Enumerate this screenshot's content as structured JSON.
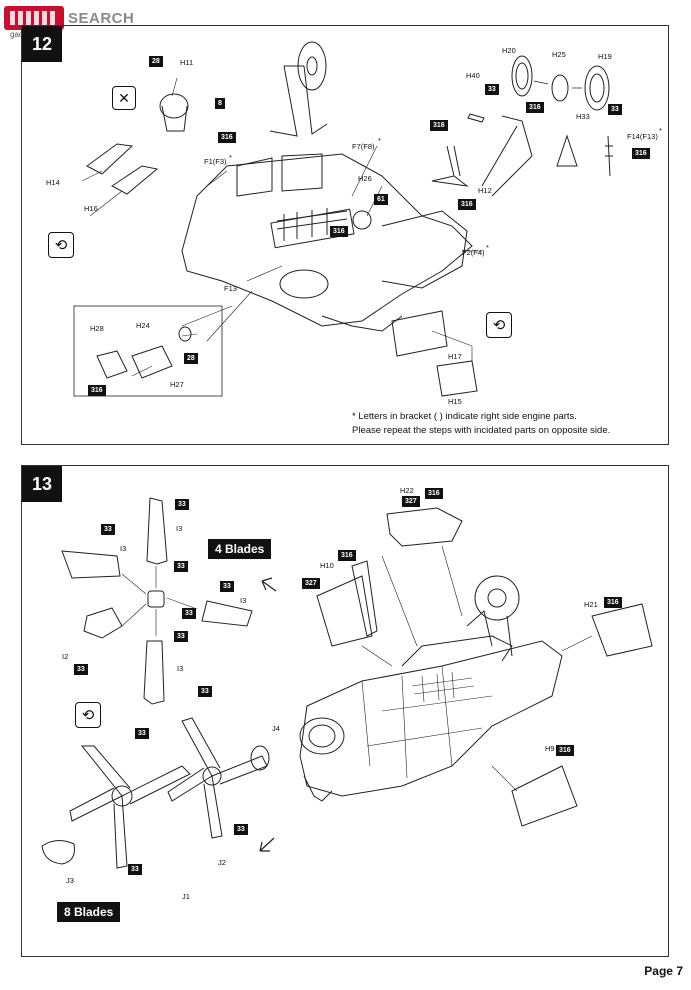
{
  "watermark": {
    "brand": "SEARCH",
    "site": "gao-shou.com"
  },
  "page_number": "Page 7",
  "step12": {
    "number": "12",
    "note_line1": "* Letters in bracket ( ) indicate right side engine parts.",
    "note_line2": "Please repeat the steps with incidated parts on opposite side.",
    "labels": {
      "h11": "H11",
      "h14": "H14",
      "h16": "H16",
      "f1": "F1(F3)",
      "f7": "F7(F8)",
      "h26": "H26",
      "f2": "F2(F4)",
      "f13": "F13",
      "h24": "H24",
      "h28": "H28",
      "h27": "H27",
      "h17": "H17",
      "h15": "H15",
      "h20": "H20",
      "h25": "H25",
      "h19": "H19",
      "h40": "H40",
      "h33": "H33",
      "f14": "F14(F13)",
      "h12": "H12",
      "star1": "*",
      "star2": "*",
      "star3": "*",
      "star4": "*"
    },
    "badges": {
      "b28a": "28",
      "b8": "8",
      "b316a": "316",
      "b61": "61",
      "b316b": "316",
      "b28b": "28",
      "b316c": "316",
      "b33a": "33",
      "b316d": "316",
      "b33b": "33",
      "b316e": "316",
      "b316f": "316",
      "b316g": "316"
    }
  },
  "step13": {
    "number": "13",
    "blades4": "4 Blades",
    "blades8": "8 Blades",
    "labels": {
      "i3a": "I3",
      "i3b": "I3",
      "i3c": "I3",
      "i3d": "I3",
      "i2": "I2",
      "j4": "J4",
      "j2": "J2",
      "j1": "J1",
      "j3": "J3",
      "h22": "H22",
      "h10": "H10",
      "h21": "H21",
      "h9": "H9"
    },
    "badges": {
      "c33a": "33",
      "c33b": "33",
      "c33c": "33",
      "c33d": "33",
      "c33e": "33",
      "c33f": "33",
      "c33g": "33",
      "c33h": "33",
      "c33i": "33",
      "c33j": "33",
      "c33k": "33",
      "c327a": "327",
      "c316a": "316",
      "c316b": "316",
      "c327b": "327",
      "c316c": "316",
      "c316d": "316"
    }
  }
}
